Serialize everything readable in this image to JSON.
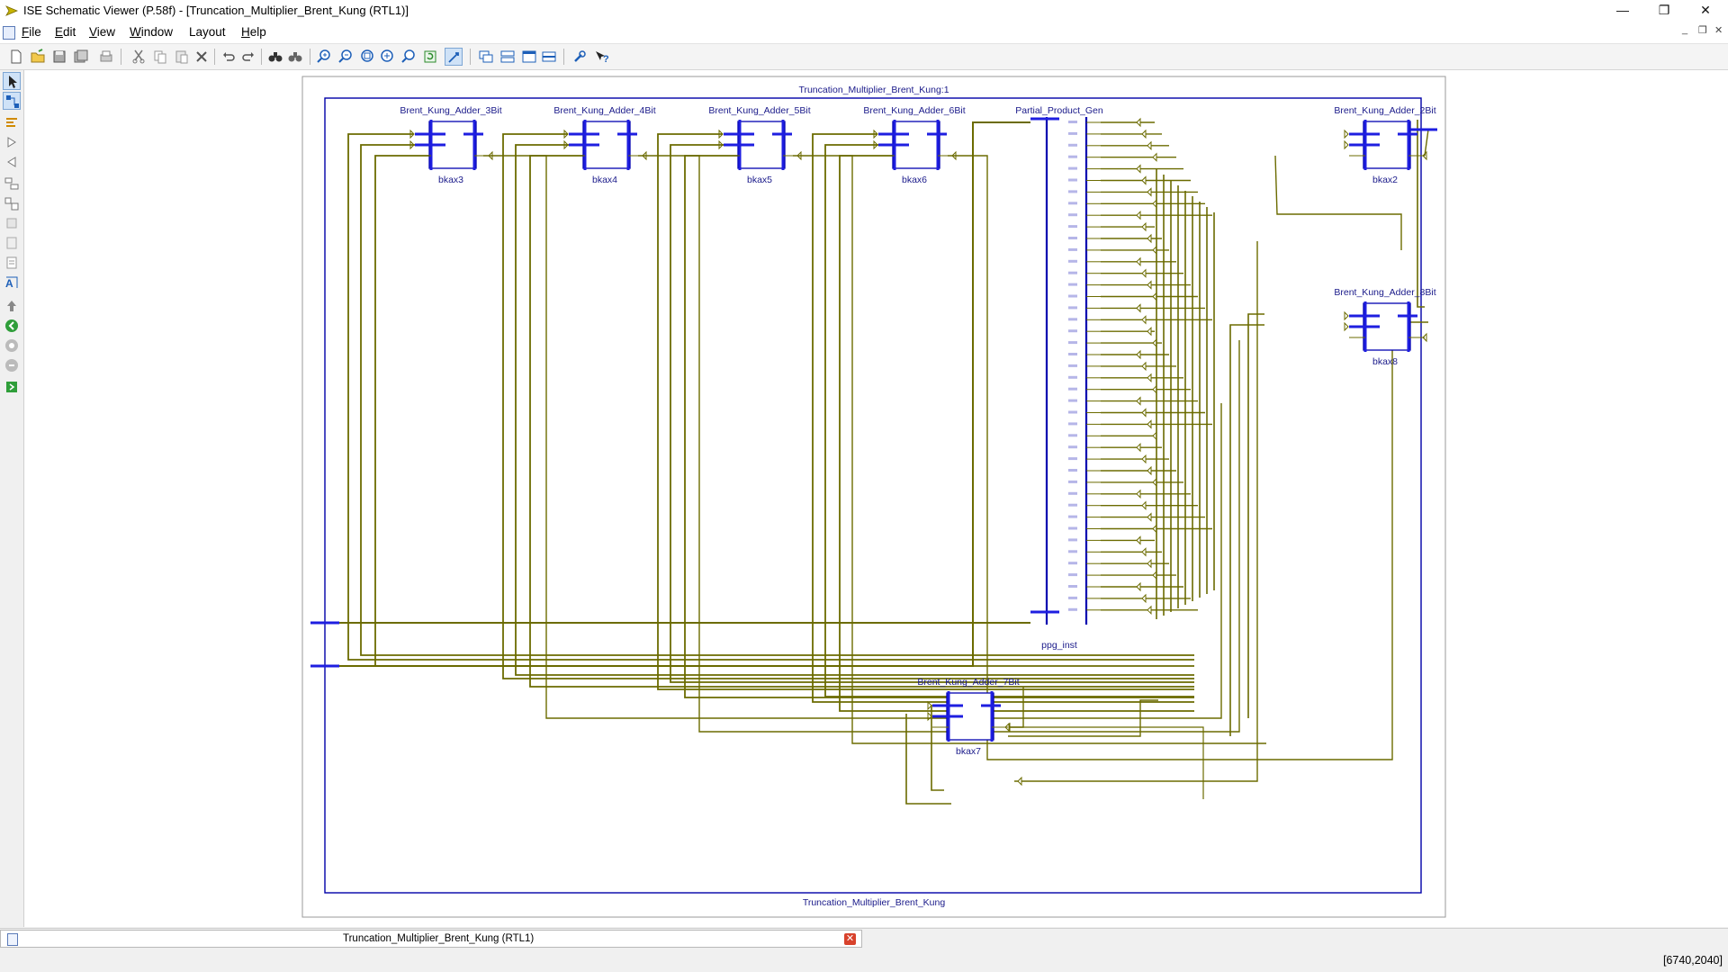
{
  "window": {
    "title": "ISE Schematic Viewer (P.58f) - [Truncation_Multiplier_Brent_Kung (RTL1)]",
    "controls": {
      "minimize": "—",
      "maximize": "❐",
      "close": "✕"
    }
  },
  "menu": {
    "items": [
      {
        "mnemonic": "F",
        "rest": "ile"
      },
      {
        "mnemonic": "E",
        "rest": "dit"
      },
      {
        "mnemonic": "V",
        "rest": "iew"
      },
      {
        "mnemonic": "W",
        "rest": "indow"
      },
      {
        "mnemonic": "",
        "rest": "Layout"
      },
      {
        "mnemonic": "H",
        "rest": "elp"
      }
    ],
    "mdi": {
      "minimize": "_",
      "restore": "❐",
      "close": "✕"
    }
  },
  "toolbar": {
    "icons": [
      "new-icon",
      "open-icon",
      "save-icon",
      "save-all-icon",
      "print-icon",
      "cut-icon",
      "copy-icon",
      "paste-icon",
      "delete-icon",
      "undo-icon",
      "redo-icon",
      "find-icon",
      "find-next-icon",
      "zoom-in-icon",
      "zoom-out-icon",
      "zoom-full-icon",
      "zoom-box-icon",
      "zoom-selected-icon",
      "refresh-icon",
      "select-mode-icon",
      "cascade-icon",
      "tile-horizontal-icon",
      "tile-vertical-icon",
      "arrange-icon",
      "settings-icon",
      "help-icon"
    ]
  },
  "left_toolbar": {
    "icons": [
      "select-arrow-icon",
      "route-icon",
      "expand-icon",
      "forward-icon",
      "backward-icon",
      "hierarchy-icon",
      "add-instance-icon",
      "remove-icon",
      "properties-icon",
      "show-text-icon",
      "pin-icon",
      "go-back-icon",
      "go-forward-icon",
      "go-home-icon",
      "cells-icon",
      "tcl-console-icon"
    ]
  },
  "schematic": {
    "top_label": "Truncation_Multiplier_Brent_Kung:1",
    "bottom_label": "Truncation_Multiplier_Brent_Kung",
    "instances": [
      {
        "type": "Brent_Kung_Adder_3Bit",
        "name": "bkax3"
      },
      {
        "type": "Brent_Kung_Adder_4Bit",
        "name": "bkax4"
      },
      {
        "type": "Brent_Kung_Adder_5Bit",
        "name": "bkax5"
      },
      {
        "type": "Brent_Kung_Adder_6Bit",
        "name": "bkax6"
      },
      {
        "type": "Partial_Product_Gen",
        "name": "ppg_inst"
      },
      {
        "type": "Brent_Kung_Adder_2Bit",
        "name": "bkax2"
      },
      {
        "type": "Brent_Kung_Adder_8Bit",
        "name": "bkax8"
      },
      {
        "type": "Brent_Kung_Adder_7Bit",
        "name": "bkax7"
      }
    ]
  },
  "tab": {
    "label": "Truncation_Multiplier_Brent_Kung (RTL1)",
    "close": "✕"
  },
  "status": {
    "coordinates": "[6740,2040]"
  },
  "colors": {
    "wire": "#6b6b00",
    "block": "#0000b0",
    "label": "#1a1a8a",
    "port": "#1e1ee0"
  }
}
